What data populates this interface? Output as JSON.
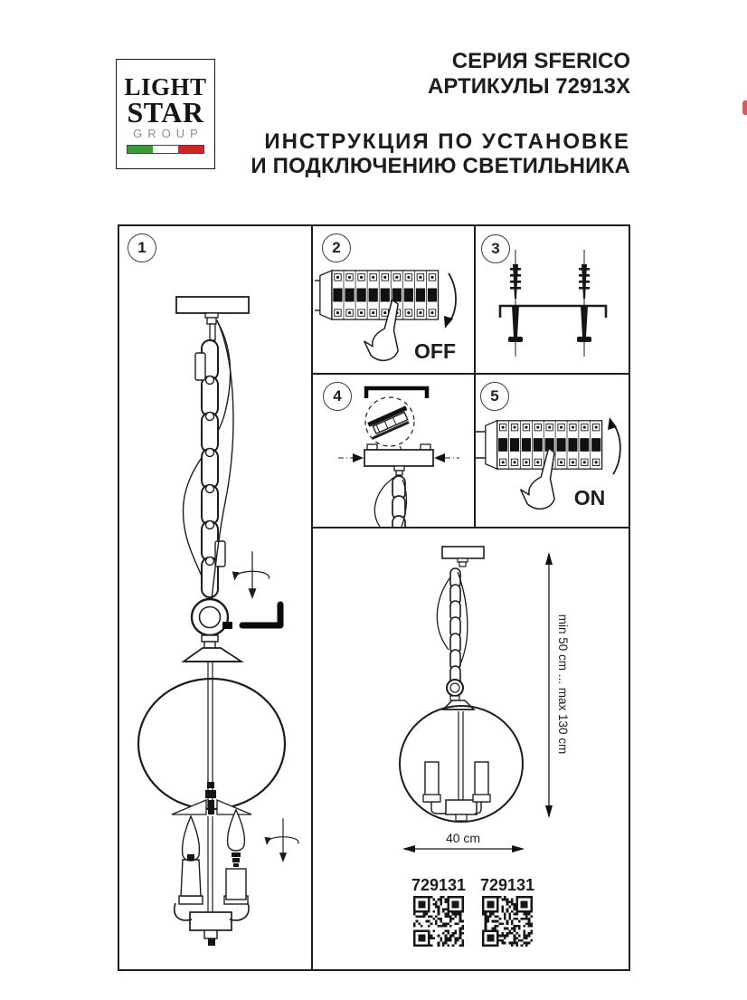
{
  "header": {
    "logo": {
      "line1": "LIGHT",
      "line2": "STAR",
      "line3": "GROUP",
      "flag": {
        "green": "#3d9b35",
        "white": "#ffffff",
        "red": "#d3232a"
      }
    },
    "series": {
      "line1": "СЕРИЯ SFERICO",
      "line2": "АРТИКУЛЫ 72913X"
    },
    "title": {
      "line1": "ИНСТРУКЦИЯ ПО УСТАНОВКЕ",
      "line2": "И ПОДКЛЮЧЕНИЮ СВЕТИЛЬНИКА"
    }
  },
  "steps": {
    "s1": {
      "number": "1"
    },
    "s2": {
      "number": "2",
      "label": "OFF"
    },
    "s3": {
      "number": "3"
    },
    "s4": {
      "number": "4"
    },
    "s5": {
      "number": "5",
      "label": "ON"
    }
  },
  "result": {
    "height_label": "min 50 cm ... max 130 cm",
    "width_label": "40 cm",
    "qr1_label": "729131",
    "qr2_label": "729131"
  },
  "ink_color": "#1d1d1d",
  "accent_red": "#e25658"
}
